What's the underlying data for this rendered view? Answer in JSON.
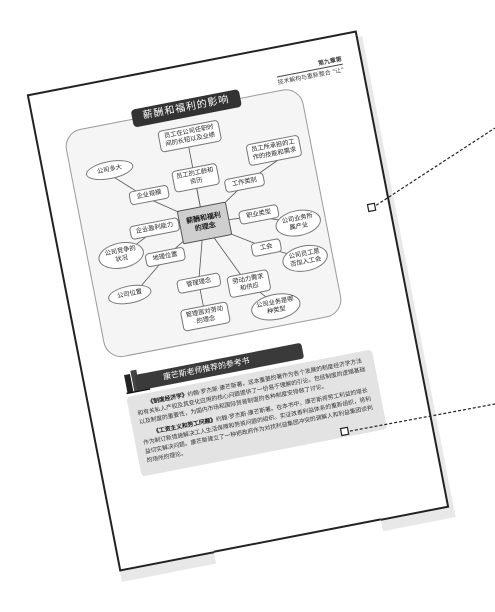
{
  "header": {
    "chapter": "第九章第",
    "subtitle": "技术解构与重新整合 \"让\""
  },
  "diagram": {
    "title": "薪酬和福利的影响",
    "center": "薪酬和福利的理念",
    "nodes": [
      "员工在公司任职时间的长短以及业绩",
      "公司多大",
      "企业规模",
      "员工的工龄和资历",
      "员工所承担的工作的技能和需求",
      "工作类别",
      "企业盈利能力",
      "公司竞争的状况",
      "职业类型",
      "公司业务所属产业",
      "地理位置",
      "工会",
      "公司位置",
      "管理理念",
      "劳动力需求和供应",
      "公司员工是否加入工会",
      "管理层对劳动的理念",
      "公司业务是哪种类型"
    ]
  },
  "books": {
    "title": "康芒斯老师推荐的参考书",
    "paragraphs": [
      {
        "book": "《制度经济学》",
        "text": "约翰·罗杰斯·康芒斯著。这本重要的著作为各个发展的制度经济学方法和有关私人产权及其变化应用的核心问题提供了一份易于理解的引论。包括制度的逻辑基础以及制度的重要性，为国内市场和国际贸易制度的各种制度安排做了讨论。"
      },
      {
        "book": "《工资主义和劳工问题》",
        "text": "约翰·罗杰斯·康芒斯著。在本书中，康芒斯将劳工利益的增长作为制订新措施解决工人生活保障和劳资问题的组织。实证改善利益体系的重新组织，将利益切实解决问题。康芒斯建立了一种把政府作为对抗利益集团冲突的调解人和利益集团谈判的场所的理论。"
      }
    ]
  }
}
